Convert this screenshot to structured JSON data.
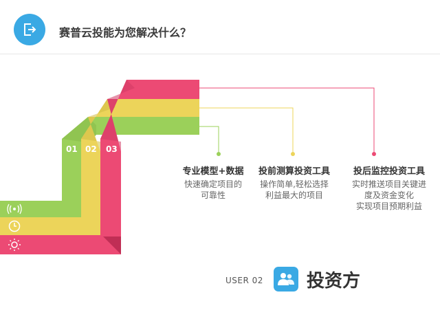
{
  "header": {
    "title": "赛普云投能为您解决什么？",
    "icon": "exit-arrow-icon"
  },
  "colors": {
    "pink": "#ec4a74",
    "yellow": "#ecd45a",
    "green": "#9bd05a",
    "blue": "#3aa9e4"
  },
  "steps": [
    {
      "number": "01",
      "color": "#9bd05a",
      "side_icon": "signal-icon"
    },
    {
      "number": "02",
      "color": "#ecd45a",
      "side_icon": "clock-icon"
    },
    {
      "number": "03",
      "color": "#ec4a74",
      "side_icon": "bulb-icon"
    }
  ],
  "features": [
    {
      "title": "专业模型+数据",
      "lines": [
        "快速确定项目的",
        "可靠性"
      ]
    },
    {
      "title": "投前测算投资工具",
      "lines": [
        "操作简单,轻松选择",
        "利益最大的项目"
      ]
    },
    {
      "title": "投后监控投资工具",
      "lines": [
        "实时推送项目关键进",
        "度及资金变化",
        "实现项目预期利益"
      ]
    }
  ],
  "user": {
    "label": "USER 02",
    "icon": "users-icon",
    "title": "投资方"
  }
}
